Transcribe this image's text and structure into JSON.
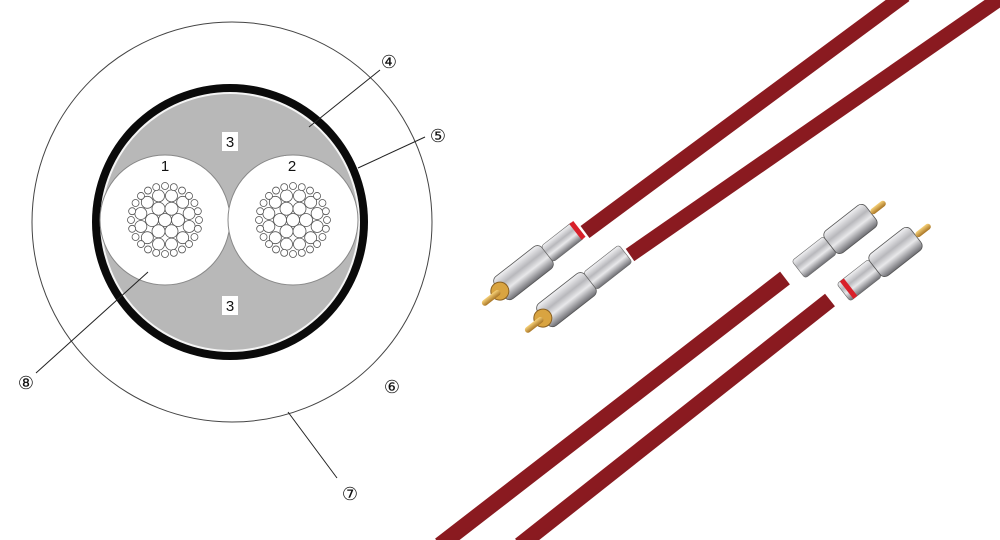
{
  "diagram": {
    "conductor_labels": [
      "1",
      "2"
    ],
    "filler_labels": [
      "3",
      "3"
    ],
    "callouts": [
      {
        "id": "c4",
        "text": "④"
      },
      {
        "id": "c5",
        "text": "⑤"
      },
      {
        "id": "c6",
        "text": "⑥"
      },
      {
        "id": "c7",
        "text": "⑦"
      },
      {
        "id": "c8",
        "text": "⑧"
      }
    ]
  },
  "colors": {
    "jacket_red": "#8e1d22",
    "jacket_dark": "#5c0e14",
    "shield_black": "#0a0a0a",
    "filler_gray": "#b8b8b8",
    "chrome": "#c9c9cb",
    "gold": "#d9a441",
    "ring_red": "#d8202a"
  }
}
